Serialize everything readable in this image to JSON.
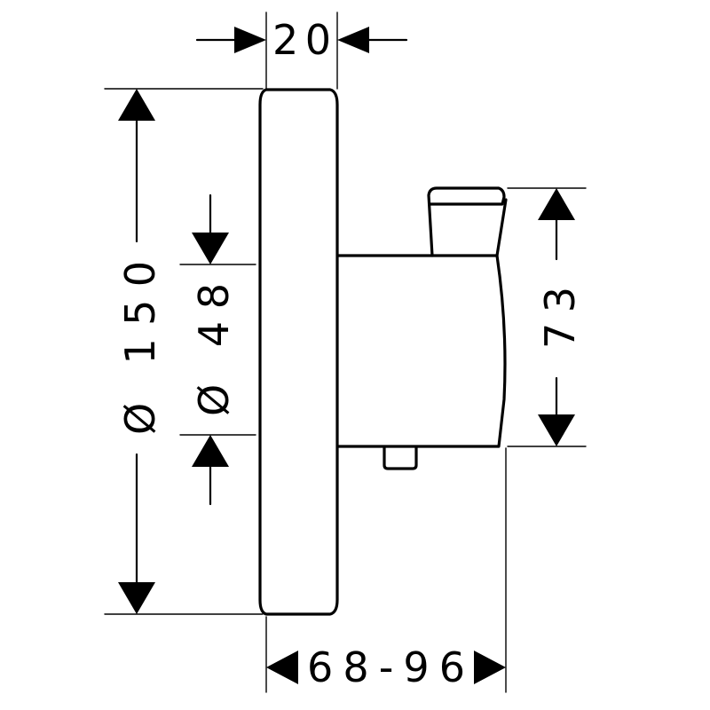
{
  "drawing": {
    "colors": {
      "line": "#000000",
      "background": "#ffffff"
    },
    "dimensions": {
      "depth_top": "20",
      "total_height": "Ø 150",
      "inner_diameter": "Ø 48",
      "handle_height": "73",
      "projection": "68-96"
    }
  }
}
